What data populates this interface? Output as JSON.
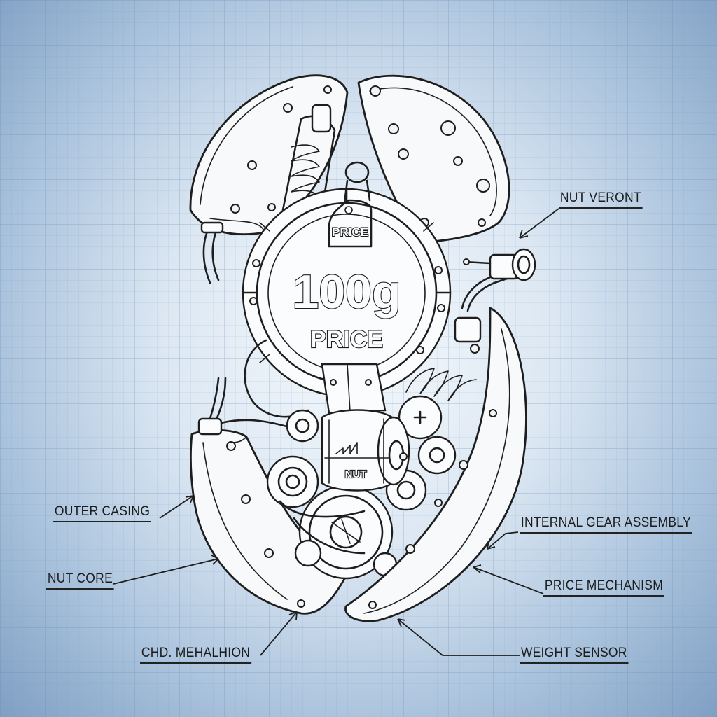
{
  "diagram": {
    "core": {
      "weight_text": "100g",
      "price_text": "PRICE",
      "tag_text": "PRICE",
      "drum_text": "NUT"
    },
    "labels": {
      "nut_veront": "NUT VERONT",
      "outer_casing": "OUTER CASING",
      "nut_core": "NUT CORE",
      "chd_mehalhion": "CHD. MEHALHION",
      "internal_gear_assembly": "INTERNAL GEAR ASSEMBLY",
      "price_mechanism": "PRICE MECHANISM",
      "weight_sensor": "WEIGHT SENSOR"
    }
  }
}
